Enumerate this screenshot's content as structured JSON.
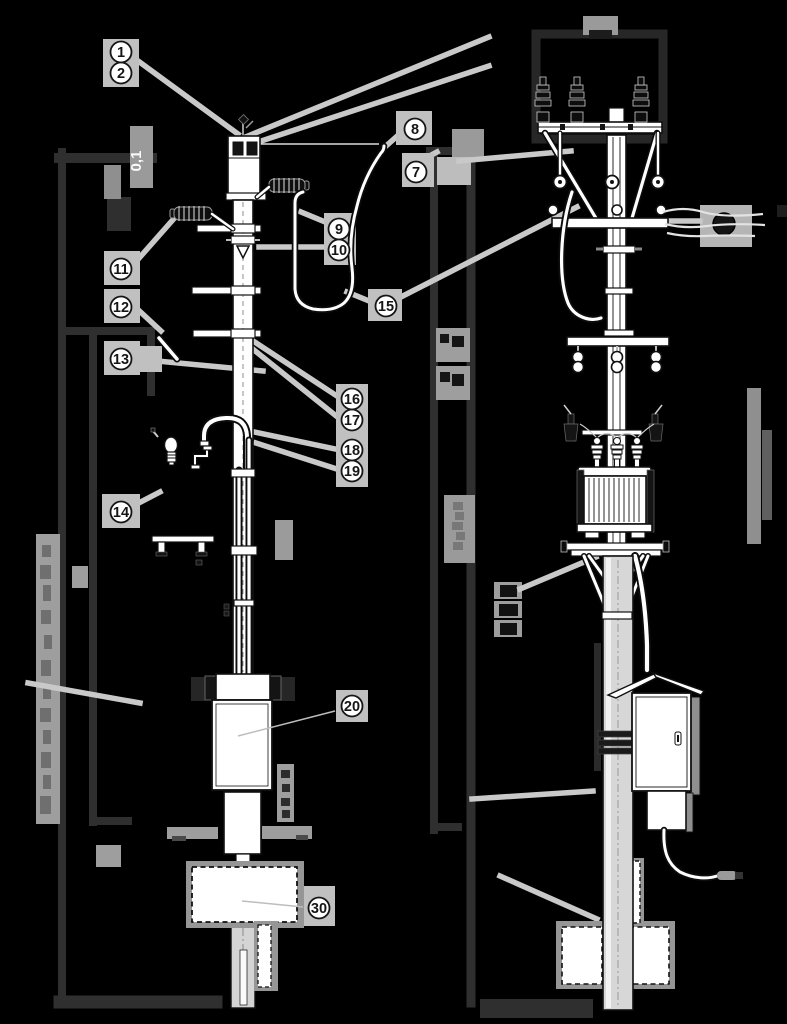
{
  "figure": {
    "type": "technical-parts-diagram",
    "background": "#000000",
    "views": [
      "pole-front-view",
      "pole-side-view"
    ],
    "dimension_label": "0,1"
  },
  "callouts": [
    {
      "label": "1"
    },
    {
      "label": "2"
    },
    {
      "label": "8"
    },
    {
      "label": "7"
    },
    {
      "label": "9"
    },
    {
      "label": "10"
    },
    {
      "label": "11"
    },
    {
      "label": "12"
    },
    {
      "label": "13"
    },
    {
      "label": "15"
    },
    {
      "label": "16"
    },
    {
      "label": "17"
    },
    {
      "label": "18"
    },
    {
      "label": "19"
    },
    {
      "label": "14"
    },
    {
      "label": "20"
    },
    {
      "label": "30"
    }
  ],
  "colors": {
    "line_art_fill": "#ffffff",
    "line_art_stroke": "#111111",
    "leader_grey": "#c9c9c9",
    "redaction_light": "#bdbdbd",
    "redaction_mid": "#9a9a9a",
    "redaction_dark": "#2f2f2f",
    "pole_grey": "#d6d6d6"
  }
}
